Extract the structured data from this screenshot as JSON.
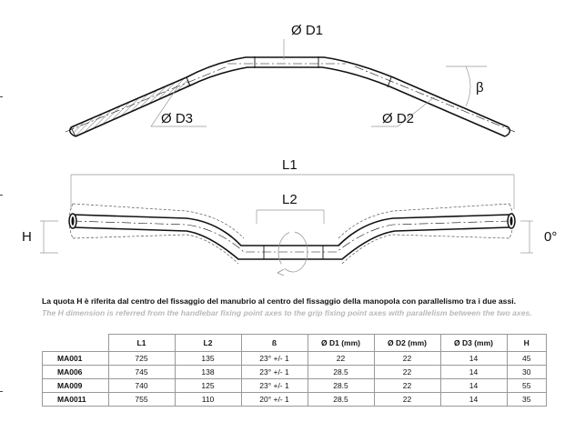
{
  "labels": {
    "d1": "Ø D1",
    "d2": "Ø D2",
    "d3": "Ø D3",
    "beta": "β",
    "l1": "L1",
    "l2": "L2",
    "h": "H",
    "zero": "0°"
  },
  "notes": {
    "italian": "La quota H è riferita dal centro del fissaggio del manubrio al centro del fissaggio della manopola con parallelismo tra i due assi.",
    "english": "The H dimension is referred from the handlebar fixing point axes to the grip fixing point axes with parallelism between the two axes."
  },
  "table": {
    "headers": [
      "L1",
      "L2",
      "ß",
      "Ø D1 (mm)",
      "Ø D2 (mm)",
      "Ø D3 (mm)",
      "H"
    ],
    "rows": [
      {
        "code": "MA001",
        "values": [
          "725",
          "135",
          "23° +/- 1",
          "22",
          "22",
          "14",
          "45"
        ]
      },
      {
        "code": "MA006",
        "values": [
          "745",
          "138",
          "23° +/- 1",
          "28.5",
          "22",
          "14",
          "30"
        ]
      },
      {
        "code": "MA009",
        "values": [
          "740",
          "125",
          "23° +/- 1",
          "28.5",
          "22",
          "14",
          "55"
        ]
      },
      {
        "code": "MA0011",
        "values": [
          "755",
          "110",
          "20° +/- 1",
          "28.5",
          "22",
          "14",
          "35"
        ]
      }
    ]
  }
}
